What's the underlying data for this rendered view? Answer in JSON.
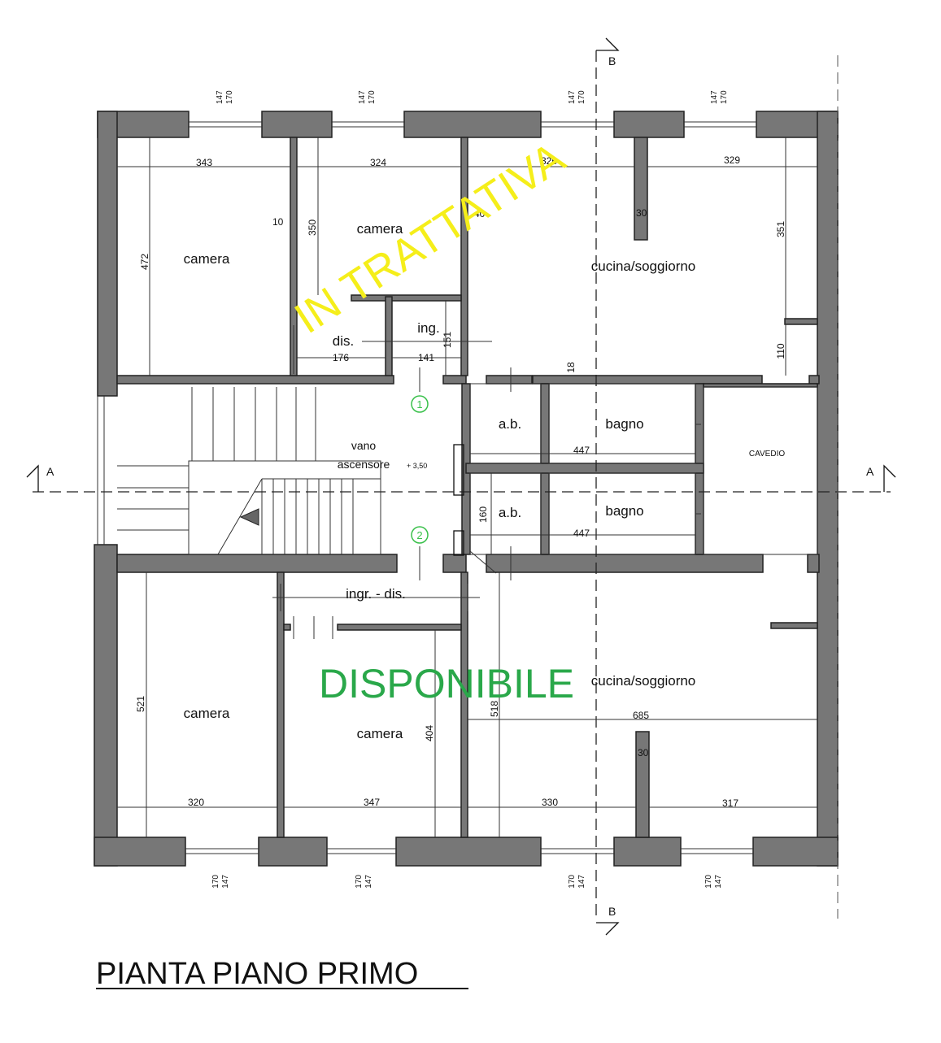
{
  "title": "PIANTA PIANO PRIMO",
  "status_labels": {
    "upper": "IN TRATTATIVA",
    "lower": "DISPONIBILE",
    "upper_color": "#f5ee1a",
    "lower_color": "#2aa84a",
    "marker_color": "#39c04a"
  },
  "section_marks": {
    "a": "A",
    "b": "B"
  },
  "rooms": {
    "camera_nw": "camera",
    "camera_n": "camera",
    "cucina_n": "cucina/soggiorno",
    "dis": "dis.",
    "ing": "ing.",
    "vano": "vano",
    "ascensore": "ascensore",
    "level": "+ 3,50",
    "ab_1": "a.b.",
    "bagno_1": "bagno",
    "ab_2": "a.b.",
    "bagno_2": "bagno",
    "cavedio": "CAVEDIO",
    "ingr_dis": "ingr. - dis.",
    "camera_sw": "camera",
    "camera_s": "camera",
    "cucina_s": "cucina/soggiorno"
  },
  "markers": {
    "m1": "1",
    "m2": "2"
  },
  "dimensions": {
    "d343": "343",
    "d324": "324",
    "d326": "326",
    "d329": "329",
    "d472": "472",
    "d350": "350",
    "d10": "10",
    "d40": "40",
    "d30a": "30",
    "d351": "351",
    "d176": "176",
    "d141": "141",
    "d151": "151",
    "d110": "110",
    "d18": "18",
    "d447a": "447",
    "d447b": "447",
    "d160": "160",
    "d521": "521",
    "d404": "404",
    "d518": "518",
    "d685": "685",
    "d30b": "30",
    "d320": "320",
    "d347": "347",
    "d330": "330",
    "d317": "317"
  },
  "window_dims": {
    "top": [
      {
        "a": "147",
        "b": "170"
      },
      {
        "a": "147",
        "b": "170"
      },
      {
        "a": "147",
        "b": "170"
      },
      {
        "a": "147",
        "b": "170"
      }
    ],
    "bottom": [
      {
        "a": "147",
        "b": "170"
      },
      {
        "a": "147",
        "b": "170"
      },
      {
        "a": "147",
        "b": "170"
      },
      {
        "a": "147",
        "b": "170"
      }
    ]
  }
}
